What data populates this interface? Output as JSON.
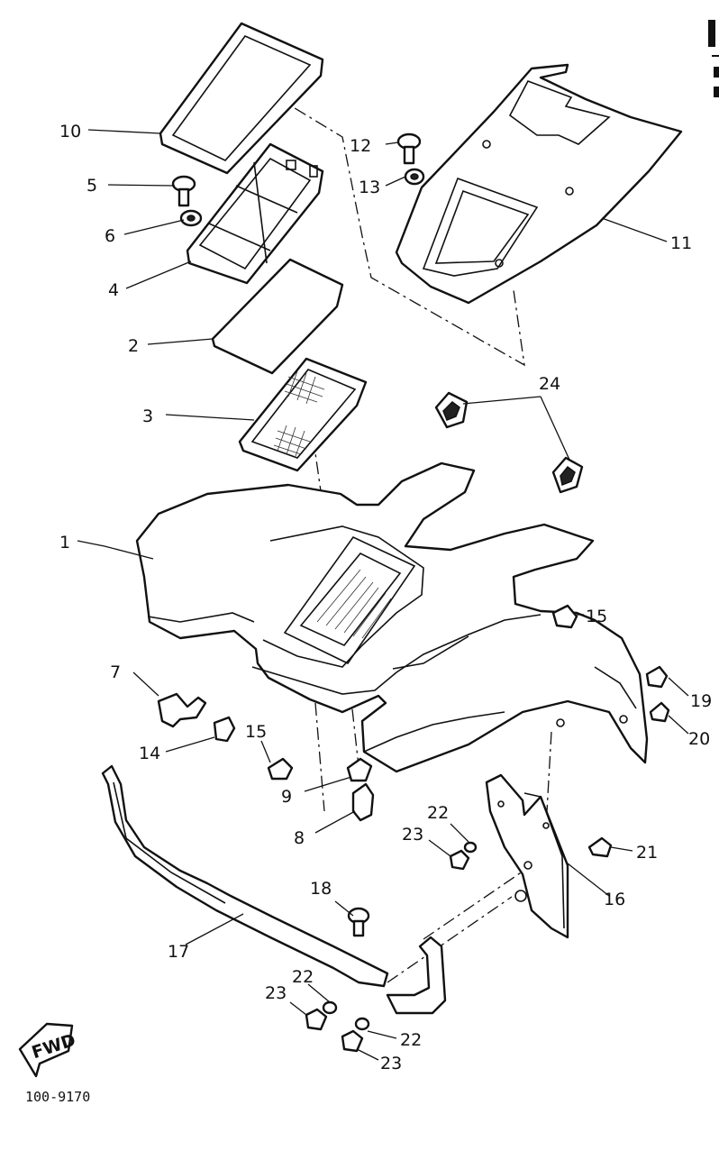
{
  "callouts": [
    {
      "id": "c1",
      "text": "1"
    },
    {
      "id": "c2",
      "text": "2"
    },
    {
      "id": "c3",
      "text": "3"
    },
    {
      "id": "c4",
      "text": "4"
    },
    {
      "id": "c5",
      "text": "5"
    },
    {
      "id": "c6",
      "text": "6"
    },
    {
      "id": "c7",
      "text": "7"
    },
    {
      "id": "c8",
      "text": "8"
    },
    {
      "id": "c9",
      "text": "9"
    },
    {
      "id": "c10",
      "text": "10"
    },
    {
      "id": "c11",
      "text": "11"
    },
    {
      "id": "c12",
      "text": "12"
    },
    {
      "id": "c13",
      "text": "13"
    },
    {
      "id": "c14",
      "text": "14"
    },
    {
      "id": "c15a",
      "text": "15"
    },
    {
      "id": "c15b",
      "text": "15"
    },
    {
      "id": "c16",
      "text": "16"
    },
    {
      "id": "c17",
      "text": "17"
    },
    {
      "id": "c18",
      "text": "18"
    },
    {
      "id": "c19",
      "text": "19"
    },
    {
      "id": "c20",
      "text": "20"
    },
    {
      "id": "c21",
      "text": "21"
    },
    {
      "id": "c22a",
      "text": "22"
    },
    {
      "id": "c22b",
      "text": "22"
    },
    {
      "id": "c22c",
      "text": "22"
    },
    {
      "id": "c23a",
      "text": "23"
    },
    {
      "id": "c23b",
      "text": "23"
    },
    {
      "id": "c23c",
      "text": "23"
    },
    {
      "id": "c24",
      "text": "24"
    }
  ],
  "fwd_label": "FWD",
  "drawing_code": "100-9170"
}
